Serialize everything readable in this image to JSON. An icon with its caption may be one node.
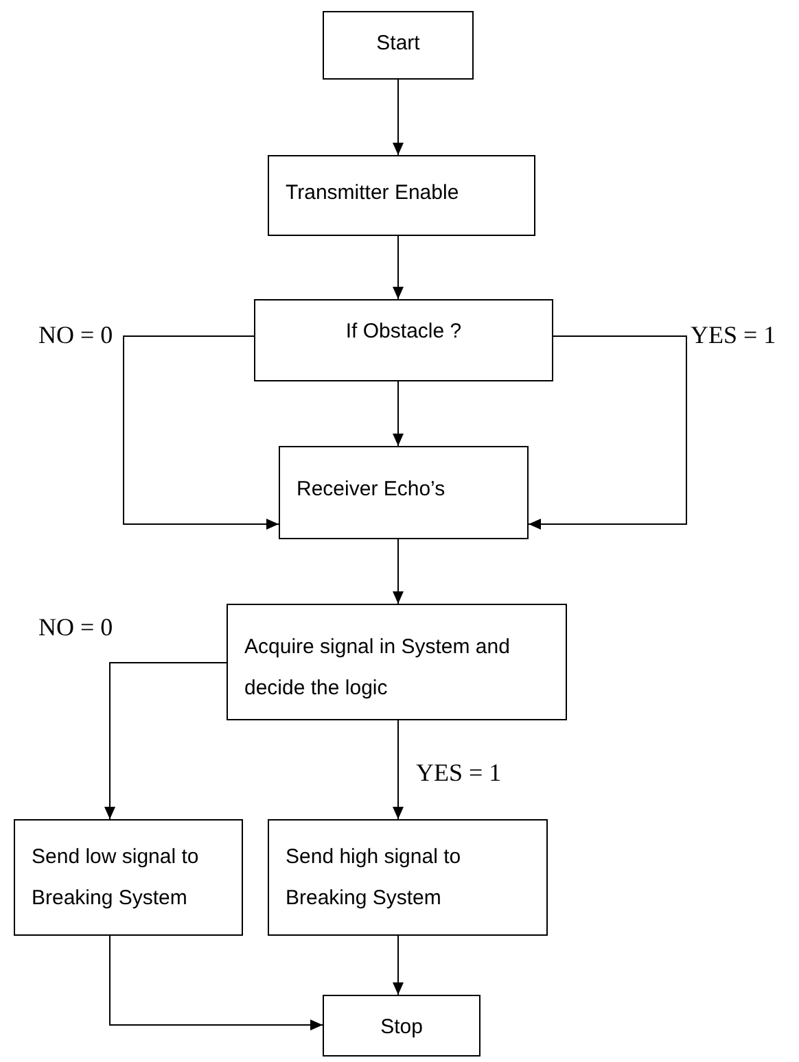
{
  "diagram": {
    "nodes": [
      {
        "text": [
          "Start"
        ]
      },
      {
        "text": [
          "Transmitter Enable"
        ]
      },
      {
        "text": [
          "If Obstacle ?"
        ]
      },
      {
        "text": [
          "Receiver Echo’s"
        ]
      },
      {
        "text": [
          "Acquire signal in System and decide the logic"
        ]
      },
      {
        "text": [
          "Send low signal to Breaking System"
        ]
      },
      {
        "text": [
          "Send high signal to Breaking System"
        ]
      },
      {
        "text": [
          "Stop"
        ]
      }
    ],
    "edges": [
      {
        "from": 0,
        "to": 1,
        "arrow": "to"
      },
      {
        "from": 1,
        "to": 2,
        "arrow": "to"
      },
      {
        "from": 2,
        "to": 3,
        "arrow": "to"
      },
      {
        "from": 2,
        "to": 3,
        "arrow": "to",
        "label": "NO = 0"
      },
      {
        "from": 2,
        "to": 3,
        "arrow": "to",
        "label": "YES = 1"
      },
      {
        "from": 3,
        "to": 4,
        "arrow": "to"
      },
      {
        "from": 4,
        "to": 5,
        "arrow": "to",
        "label": "NO = 0"
      },
      {
        "from": 4,
        "to": 6,
        "arrow": "to",
        "label": "YES = 1"
      },
      {
        "from": 6,
        "to": 7,
        "arrow": "to"
      },
      {
        "from": 5,
        "to": 7,
        "arrow": "to"
      }
    ]
  }
}
